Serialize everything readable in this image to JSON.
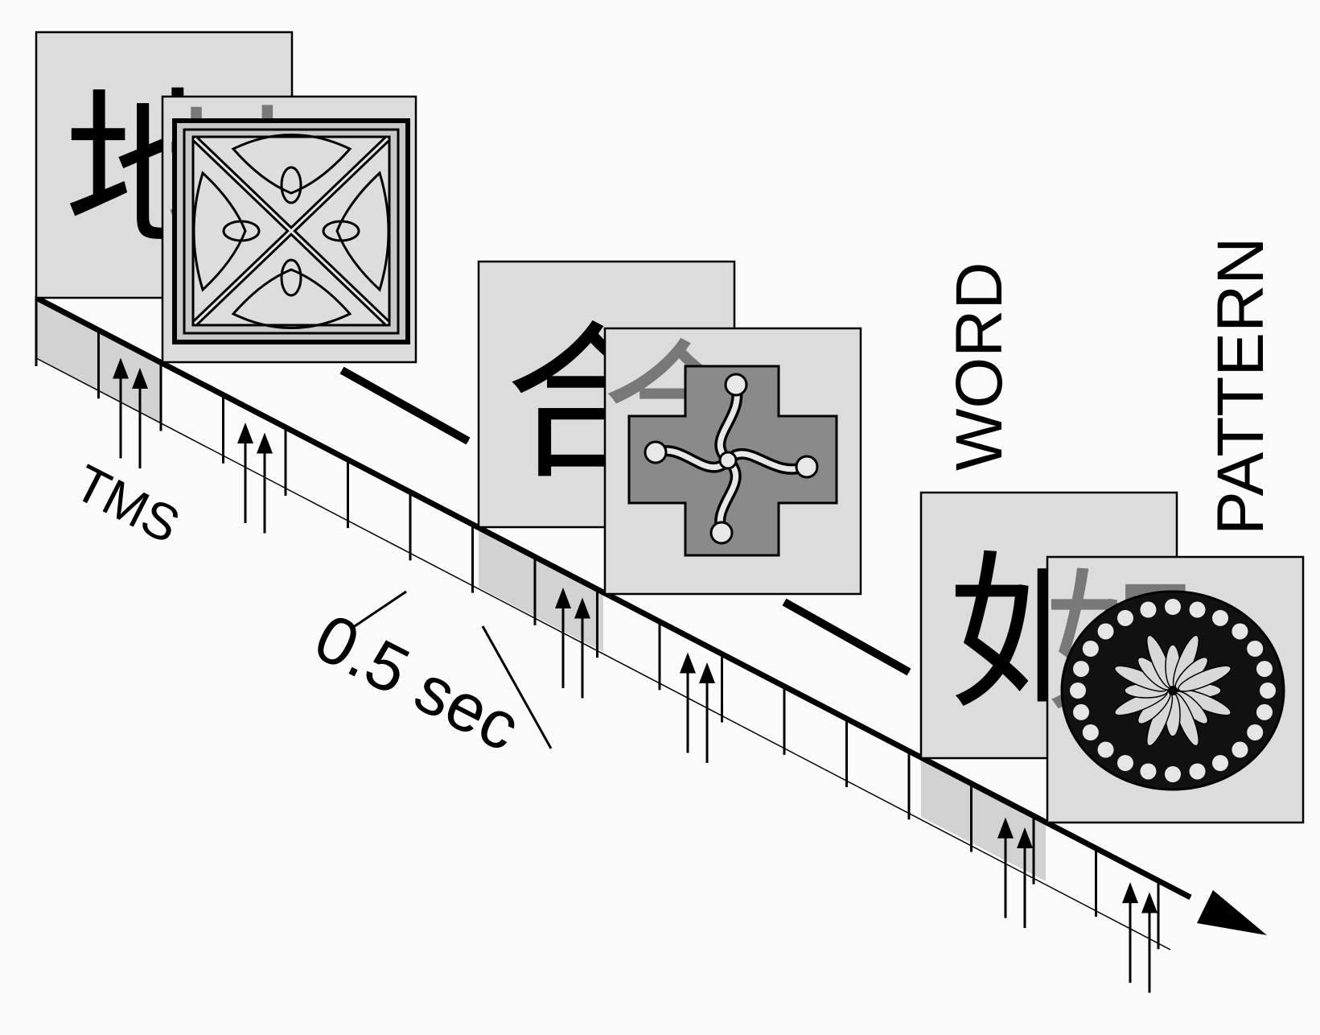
{
  "labels": {
    "tms": "TMS",
    "interval": "0.5 sec",
    "word": "WORD",
    "pattern": "PATTERN"
  },
  "trials": [
    {
      "word_char": "地",
      "pattern": "knot-square-pattern"
    },
    {
      "word_char": "合",
      "pattern": "cross-swirl-pattern"
    },
    {
      "word_char": "如",
      "pattern": "rosette-circle-pattern"
    }
  ],
  "colors": {
    "background": "#fbfbfb",
    "card": "#dcdcdc",
    "timeline": "#000000",
    "band": "#d2d2d2",
    "cross_fill": "#8a8a8a"
  }
}
